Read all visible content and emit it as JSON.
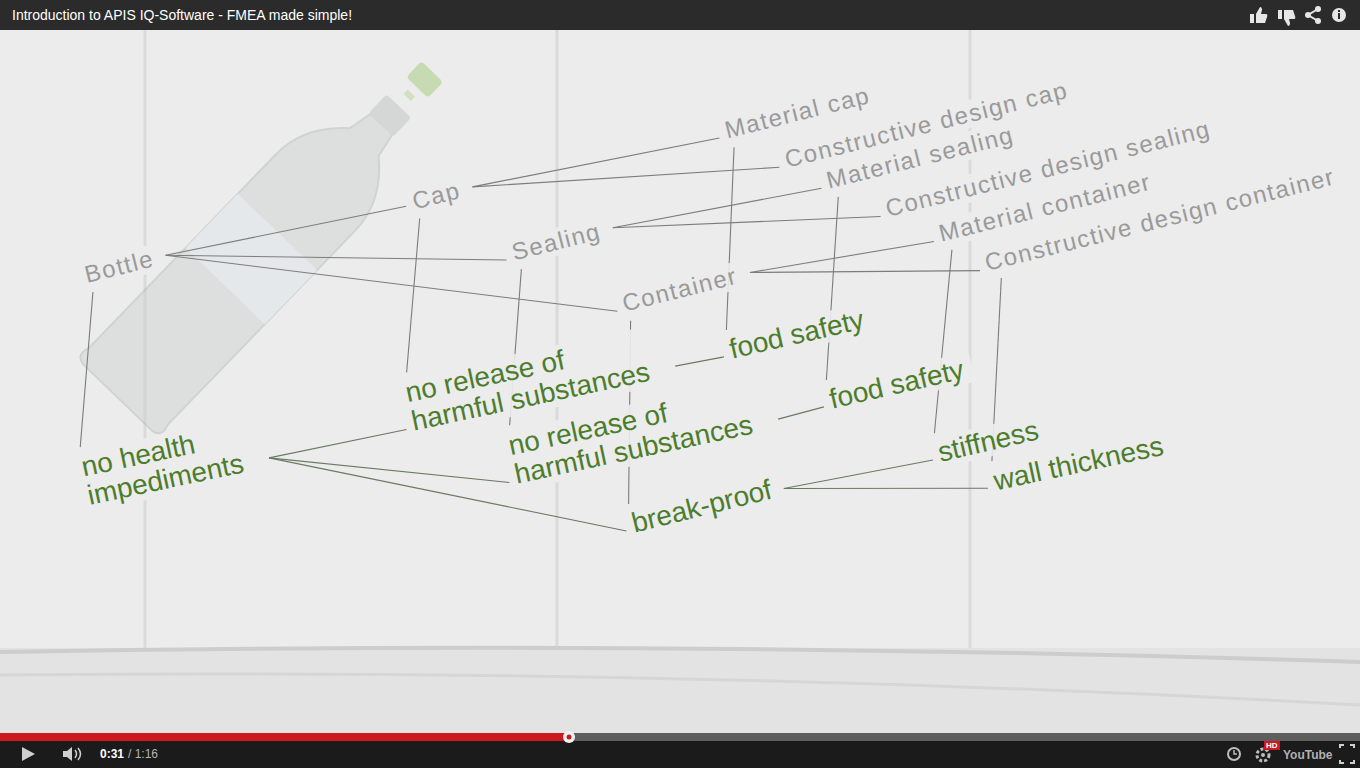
{
  "diagram": {
    "title": "Introduction to APIS IQ-Software - FMEA made simple!",
    "nodes": [
      {
        "text": [
          "Bottle"
        ]
      },
      {
        "text": [
          "Cap"
        ]
      },
      {
        "text": [
          "Sealing"
        ]
      },
      {
        "text": [
          "Container"
        ]
      },
      {
        "text": [
          "Material cap"
        ]
      },
      {
        "text": [
          "Constructive design cap"
        ]
      },
      {
        "text": [
          "Material sealing"
        ]
      },
      {
        "text": [
          "Constructive design sealing"
        ]
      },
      {
        "text": [
          "Material container"
        ]
      },
      {
        "text": [
          "Constructive design container"
        ]
      },
      {
        "text": [
          "no health impediments"
        ]
      },
      {
        "text": [
          "no release of harmful substances"
        ]
      },
      {
        "text": [
          "no release of harmful substances"
        ]
      },
      {
        "text": [
          "break-proof"
        ]
      },
      {
        "text": [
          "food safety"
        ]
      },
      {
        "text": [
          "food safety"
        ]
      },
      {
        "text": [
          "stiffness"
        ]
      },
      {
        "text": [
          "wall thickness"
        ]
      }
    ],
    "edges": [
      {
        "from": 0,
        "to": 1,
        "arrow": "none"
      },
      {
        "from": 0,
        "to": 2,
        "arrow": "none"
      },
      {
        "from": 0,
        "to": 3,
        "arrow": "none"
      },
      {
        "from": 1,
        "to": 4,
        "arrow": "none"
      },
      {
        "from": 1,
        "to": 5,
        "arrow": "none"
      },
      {
        "from": 2,
        "to": 6,
        "arrow": "none"
      },
      {
        "from": 2,
        "to": 7,
        "arrow": "none"
      },
      {
        "from": 3,
        "to": 8,
        "arrow": "none"
      },
      {
        "from": 3,
        "to": 9,
        "arrow": "none"
      },
      {
        "from": 0,
        "to": 10,
        "arrow": "none"
      },
      {
        "from": 1,
        "to": 11,
        "arrow": "none"
      },
      {
        "from": 2,
        "to": 12,
        "arrow": "none"
      },
      {
        "from": 3,
        "to": 13,
        "arrow": "none"
      },
      {
        "from": 4,
        "to": 14,
        "arrow": "none"
      },
      {
        "from": 6,
        "to": 15,
        "arrow": "none"
      },
      {
        "from": 8,
        "to": 16,
        "arrow": "none"
      },
      {
        "from": 9,
        "to": 17,
        "arrow": "none"
      },
      {
        "from": 10,
        "to": 11,
        "arrow": "none"
      },
      {
        "from": 10,
        "to": 12,
        "arrow": "none"
      },
      {
        "from": 10,
        "to": 13,
        "arrow": "none"
      },
      {
        "from": 11,
        "to": 14,
        "arrow": "none"
      },
      {
        "from": 12,
        "to": 15,
        "arrow": "none"
      },
      {
        "from": 13,
        "to": 16,
        "arrow": "none"
      },
      {
        "from": 13,
        "to": 17,
        "arrow": "none"
      }
    ],
    "labels": [
      "0:31",
      "/ 1:16",
      "HD",
      "YouTube"
    ]
  }
}
